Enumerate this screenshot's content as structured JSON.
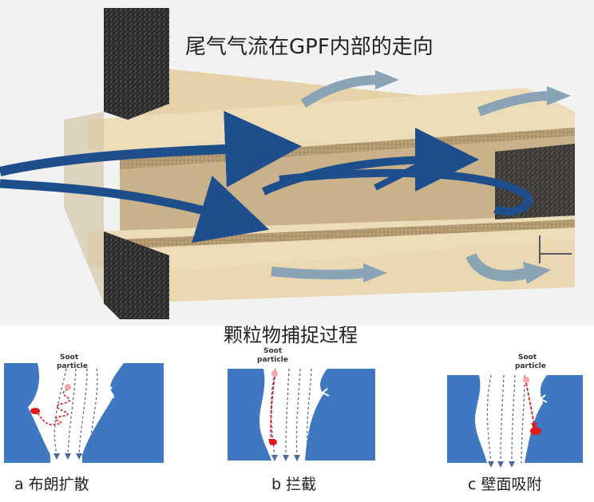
{
  "top_title": "尾气气流在GPF内部的走向",
  "mid_title": "颗粒物捕捉过程",
  "panels": [
    {
      "soot_line1": "Soot",
      "soot_line2": "particle",
      "caption": "a 布朗扩散"
    },
    {
      "soot_line1": "Soot",
      "soot_line2": "particle",
      "caption": "b 拦截"
    },
    {
      "soot_line1": "Soot",
      "soot_line2": "particle",
      "caption": "c 壁面吸附"
    }
  ],
  "colors": {
    "wall_beige": "#e6d2a8",
    "porous_dark": "#2e2e2e",
    "flow_blue": "#1f4e8c",
    "flow_grey": "#8aa3b5",
    "channel_blue": "#3f78c0",
    "particle_red": "#e01a1a",
    "particle_pink": "#f4a6a6",
    "streamline": "#4a6a9a"
  }
}
